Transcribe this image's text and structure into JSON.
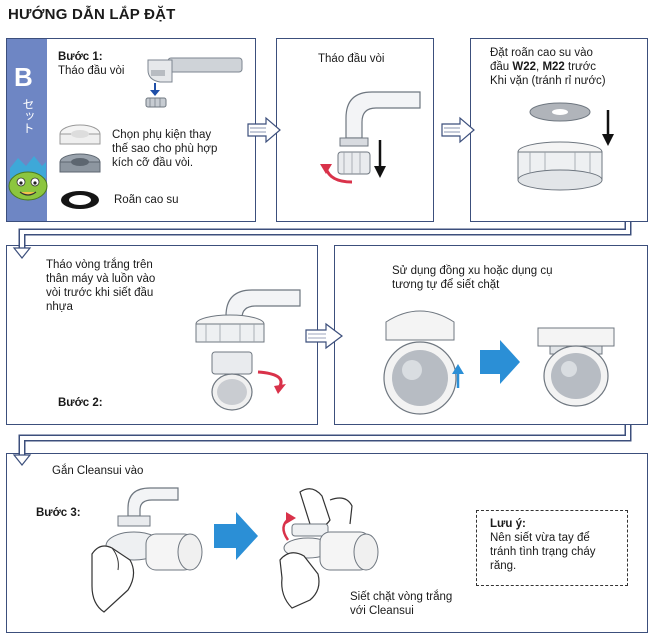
{
  "title": "HƯỚNG DẪN LẮP ĐẶT",
  "set_label": {
    "letter": "B",
    "kana": "セット"
  },
  "step1": {
    "heading": "Bước 1:",
    "subheading": "Tháo đầu vòi",
    "choose_text_1": "Chọn phụ kiện thay",
    "choose_text_2": "thế sao cho phù hợp",
    "choose_text_3": "kích cỡ đầu vòi.",
    "gasket_label": "Roãn cao su"
  },
  "panel2": {
    "text": "Tháo đầu vòi"
  },
  "panel3": {
    "line1": "Đặt roãn cao su vào",
    "line2_prefix": "đầu ",
    "line2_bold1": "W22",
    "line2_sep": ", ",
    "line2_bold2": "M22",
    "line2_suffix": " trước",
    "line3": "Khi vặn (tránh rỉ nước)"
  },
  "panel4": {
    "line1": "Tháo vòng trắng trên",
    "line2": "thân máy và luồn vào",
    "line3": "vòi trước khi siết đầu",
    "line4": "nhựa",
    "step_label": "Bước 2:"
  },
  "panel5": {
    "line1": "Sử dụng đồng xu hoặc dụng cụ",
    "line2": "tương tự để siết chặt"
  },
  "panel6": {
    "heading": "Gắn Cleansui vào",
    "step_label": "Bước 3:",
    "caption1": "Siết chặt vòng trắng",
    "caption2": "với Cleansui",
    "note_title": "Lưu ý:",
    "note1": "Nên siết vừa tay để",
    "note2": "tránh tình trạng cháy",
    "note3": "răng."
  },
  "colors": {
    "frame": "#3c4f7c",
    "accent_blue": "#2b8fd6",
    "accent_red": "#d9324a",
    "label_bg": "#6e86c4"
  }
}
